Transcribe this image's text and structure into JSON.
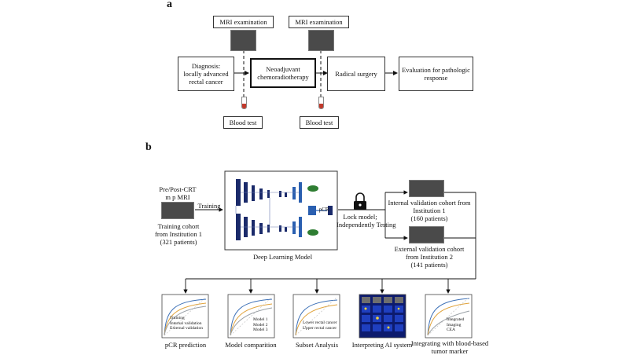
{
  "panel_a": {
    "label": "a",
    "mri_label_1": "MRI examination",
    "mri_label_2": "MRI examination",
    "diagnosis": [
      "Diagnosis:",
      "locally advanced",
      "rectal cancer"
    ],
    "neoadjuvant": [
      "Neoadjuvant",
      "chemoradiotherapy"
    ],
    "radical_surgery": "Radical surgery",
    "evaluation": [
      "Evaluation for pathologic",
      "response"
    ],
    "blood_test_1": "Blood test",
    "blood_test_2": "Blood test"
  },
  "panel_b": {
    "label": "b",
    "input_title": [
      "Pre/Post-CRT",
      "m p MRI"
    ],
    "training_arrow": "Training",
    "training_cohort": [
      "Training cohort",
      "from Institution 1",
      "(321 patients)"
    ],
    "model_caption": "Deep Learning Model",
    "pcr_label": "pCR",
    "lock_text": [
      "Lock model;",
      "Independently Testing"
    ],
    "internal_cohort": [
      "Internal validation cohort from",
      "Institution 1",
      "(160 patients)"
    ],
    "external_cohort": [
      "External validation cohort",
      "from Institution 2",
      "(141 patients)"
    ],
    "outputs": [
      {
        "caption": [
          "pCR prediction"
        ],
        "legend": [
          "Training",
          "Internal validation",
          "External validation"
        ]
      },
      {
        "caption": [
          "Model comparition"
        ],
        "legend": [
          "Model 1",
          "Model 2",
          "Model 3"
        ]
      },
      {
        "caption": [
          "Subset Analysis"
        ],
        "legend": [
          "Lower rectal cancer",
          "Upper rectal cancer"
        ]
      },
      {
        "caption": [
          "Interpreting AI system"
        ],
        "legend": []
      },
      {
        "caption": [
          "Integrating with blood-based",
          "tumor marker"
        ],
        "legend": [
          "Integrated",
          "Imaging",
          "CEA"
        ]
      }
    ]
  }
}
